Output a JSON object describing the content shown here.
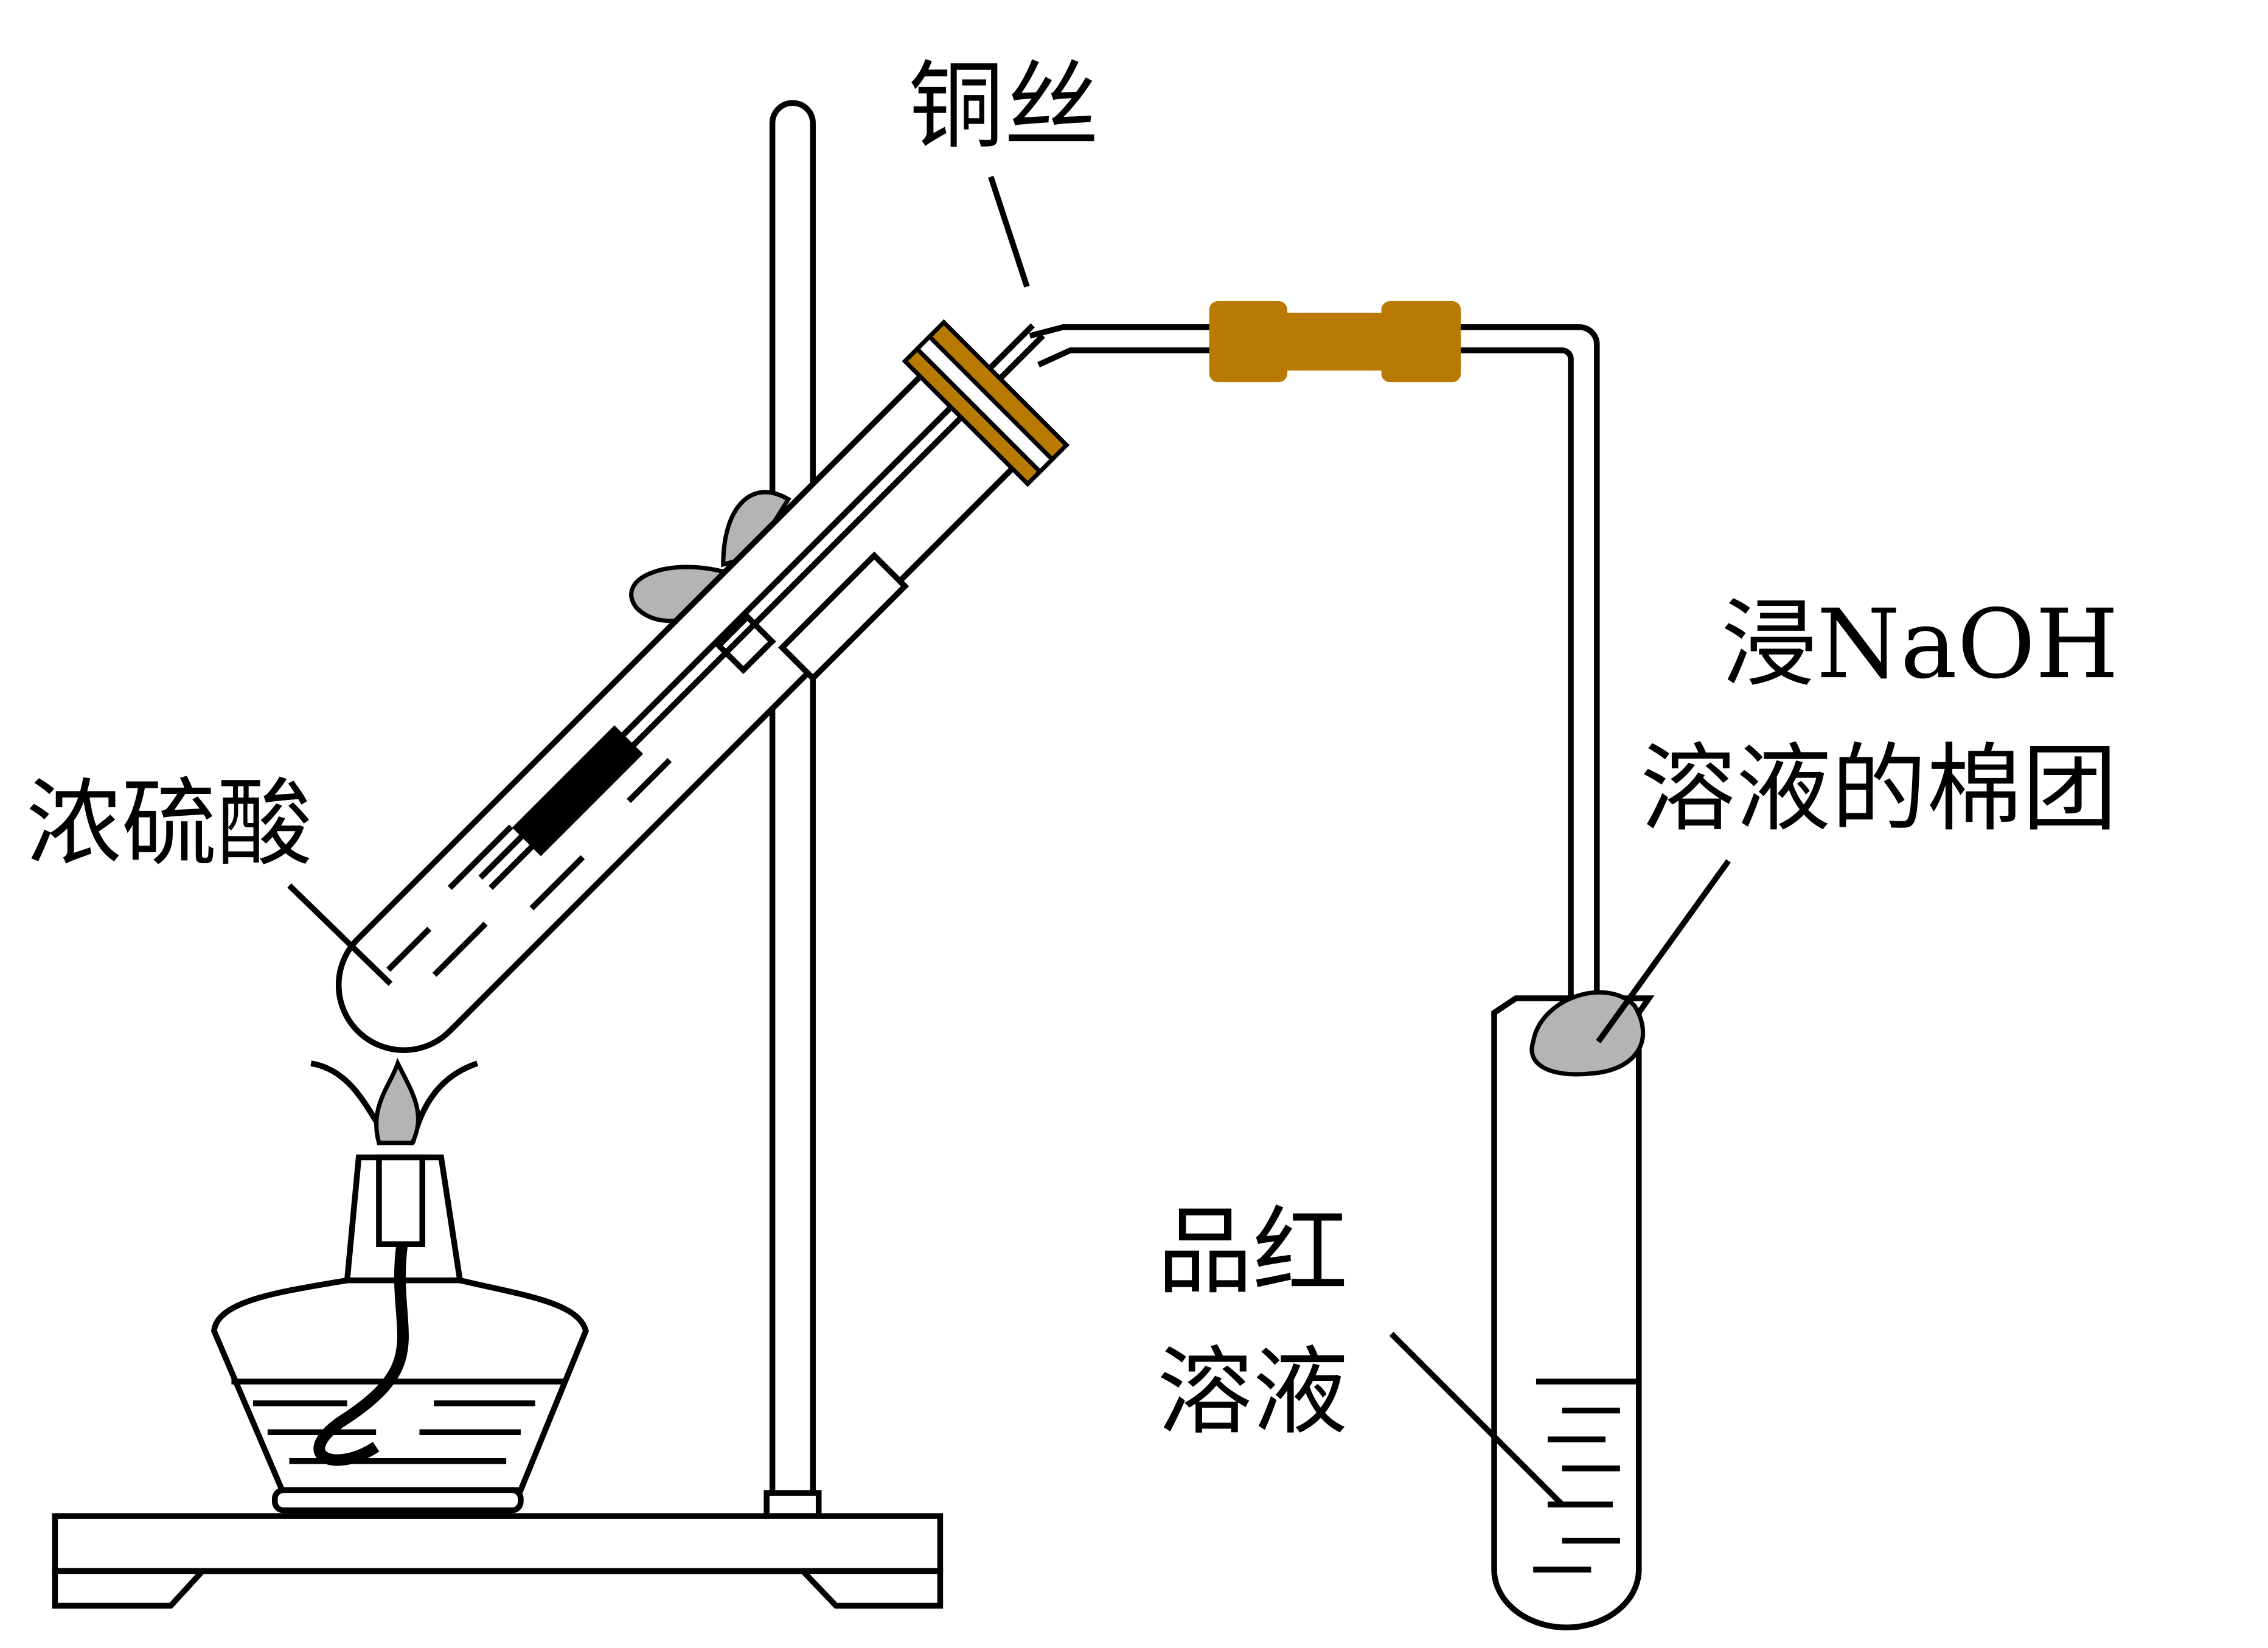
{
  "labels": {
    "copper_wire": "铜丝",
    "conc_sulfuric_acid": "浓硫酸",
    "cotton_line1": "浸NaOH",
    "cotton_line2": "溶液的棉团",
    "magenta_line1": "品红",
    "magenta_line2": "溶液"
  },
  "colors": {
    "rubber": "#b87a00",
    "cotton": "#b4b4b4",
    "line": "#000000"
  }
}
